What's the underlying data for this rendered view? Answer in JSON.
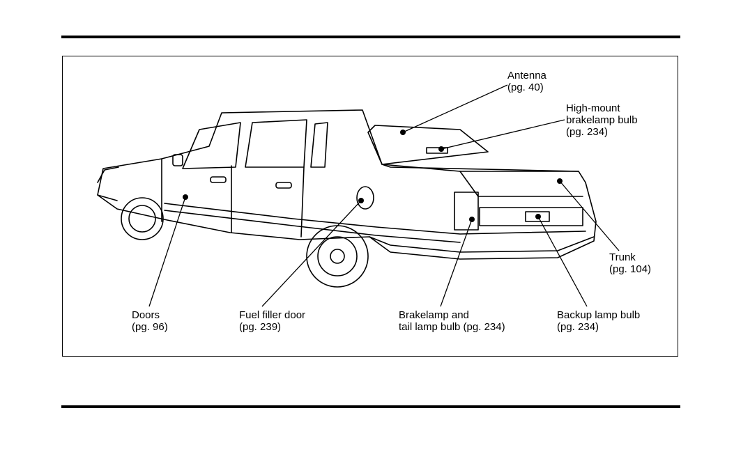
{
  "colors": {
    "ink": "#000000",
    "paper": "#ffffff"
  },
  "figure": {
    "illustration_icon": "sedan-rear-three-quarter-illustration",
    "callouts": {
      "antenna": {
        "name": "Antenna",
        "page": "(pg. 40)"
      },
      "high_mount": {
        "name_line1": "High-mount",
        "name_line2": "brakelamp bulb",
        "page": "(pg. 234)"
      },
      "trunk": {
        "name": "Trunk",
        "page": "(pg. 104)"
      },
      "doors": {
        "name": "Doors",
        "page": "(pg. 96)"
      },
      "fuel": {
        "name": "Fuel filler door",
        "page": "(pg. 239)"
      },
      "brakelamp": {
        "line1": "Brakelamp and",
        "line2": "tail lamp bulb (pg. 234)"
      },
      "backup": {
        "name": "Backup lamp bulb",
        "page": "(pg. 234)"
      }
    }
  }
}
